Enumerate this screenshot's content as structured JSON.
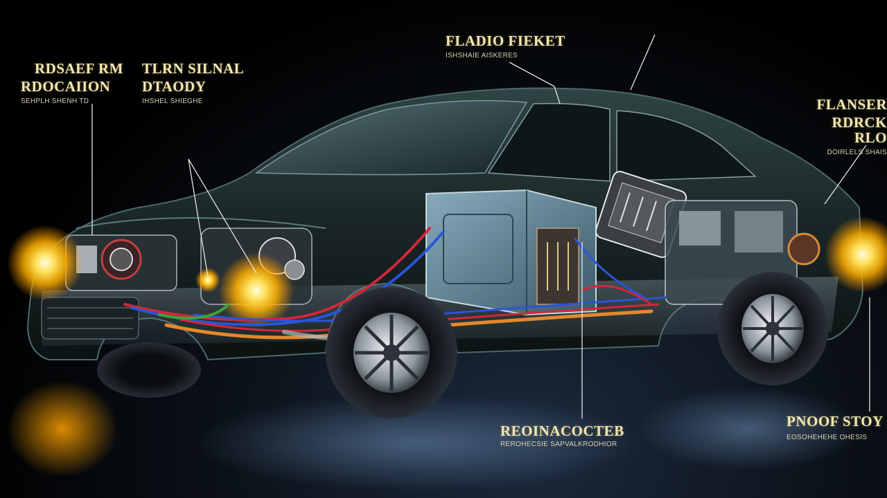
{
  "callouts": {
    "rear_relocation": {
      "line1": "RDSAEF RM",
      "line2": "RDOCAIION",
      "sub": "SEHPLH SHENH TD"
    },
    "turn_signal": {
      "line1": "TLRN SILNAL",
      "line2": "DTAODY",
      "sub": "IHSHEL SHIEGHE"
    },
    "flasher_top": {
      "line1": "FLADIO FIEKET",
      "sub": "ISHSHAIE AISKERES"
    },
    "flasher_right": {
      "line1": "FLANSER",
      "line2": "RDRCK RLO",
      "sub": "DOIRLELS SHAIS"
    },
    "bottom_center": {
      "line1": "REOINACOCTEB",
      "sub": "REROHECSIE SAPVALKRODHIOR"
    },
    "bottom_right": {
      "line1": "PNOOF STOY",
      "sub": "EOSOHEHEHE OHESIS"
    }
  },
  "colors": {
    "background": "#000000",
    "body_paint": "#1f2c2c",
    "glass": "#3b4f55",
    "glow": "#ffb400",
    "label": "#f2e7b0",
    "wire_red": "#d0283a",
    "wire_blue": "#2b55d6",
    "wire_orange": "#e3892b",
    "wire_green": "#3aa53a"
  },
  "icons": [
    "headlight-glow",
    "taillight-glow",
    "relay-module",
    "flasher-relay",
    "wiring-harness",
    "wheel"
  ]
}
